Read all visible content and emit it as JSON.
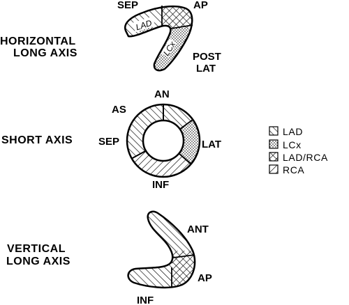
{
  "views": {
    "horizontal": {
      "title_line1": "HORIZONTAL",
      "title_line2": "LONG AXIS",
      "label_sep": "SEP",
      "label_ap": "AP",
      "label_post": "POST",
      "label_lat": "LAT",
      "inner_lad": "LAD",
      "inner_lcx": "LCx"
    },
    "short": {
      "title": "SHORT AXIS",
      "label_an": "AN",
      "label_as": "AS",
      "label_sep": "SEP",
      "label_lat": "LAT",
      "label_inf": "INF"
    },
    "vertical": {
      "title_line1": "VERTICAL",
      "title_line2": "LONG AXIS",
      "label_ant": "ANT",
      "label_ap": "AP",
      "label_inf": "INF"
    }
  },
  "legend": {
    "items": [
      {
        "label": "LAD",
        "pattern": "diag-hatch"
      },
      {
        "label": "LCx",
        "pattern": "dots"
      },
      {
        "label": "LAD/RCA",
        "pattern": "cross-hatch"
      },
      {
        "label": "RCA",
        "pattern": "back-diag-hatch"
      }
    ]
  }
}
